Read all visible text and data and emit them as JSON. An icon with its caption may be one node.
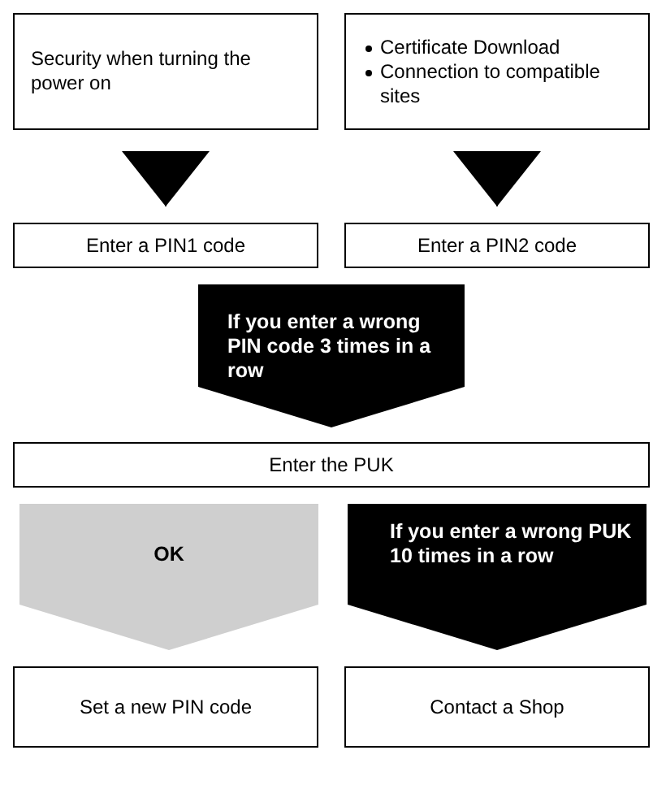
{
  "diagram": {
    "nodes": [
      {
        "text": [
          "Security when turning the power on"
        ]
      },
      {
        "text": [
          "Certificate Download",
          "Connection to compatible sites"
        ]
      },
      {
        "text": [
          "Enter a PIN1 code"
        ]
      },
      {
        "text": [
          "Enter a PIN2 code"
        ]
      },
      {
        "text": [
          "If you enter a wrong PIN code 3 times in a row"
        ]
      },
      {
        "text": [
          "Enter the PUK"
        ]
      },
      {
        "text": [
          "OK"
        ]
      },
      {
        "text": [
          "If you enter a wrong PUK 10 times in a row"
        ]
      },
      {
        "text": [
          "Set a new PIN code"
        ]
      },
      {
        "text": [
          "Contact a Shop"
        ]
      }
    ],
    "edges": [
      {
        "from": 0,
        "to": 2,
        "arrow": "to"
      },
      {
        "from": 1,
        "to": 3,
        "arrow": "to"
      }
    ]
  }
}
